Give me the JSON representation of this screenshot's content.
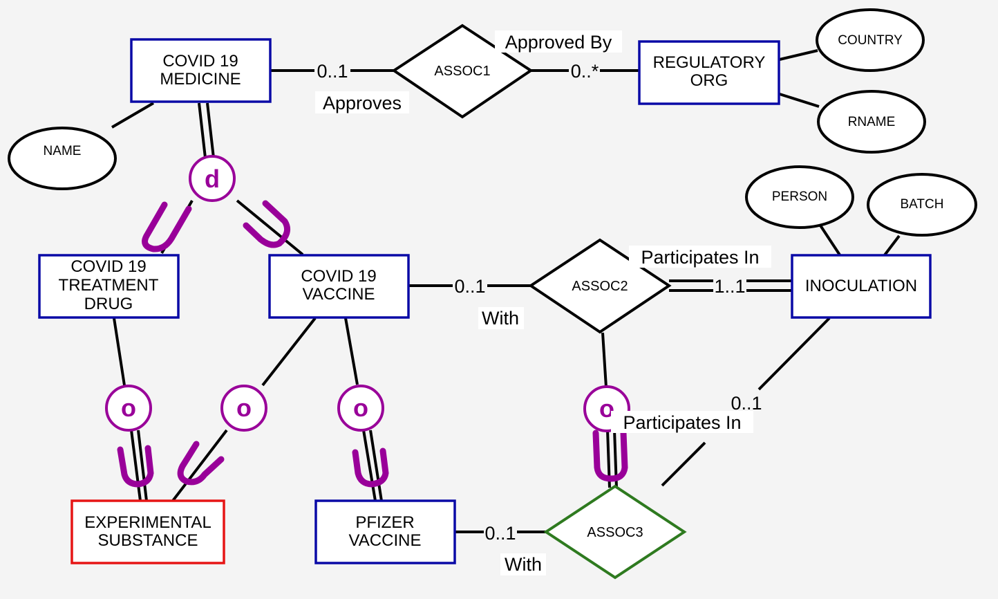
{
  "colors": {
    "entity_border": "#0a0aa6",
    "experimental_border": "#e61515",
    "assoc3_border": "#2e7a1f",
    "specialization_purple": "#990099",
    "background": "#f4f4f4"
  },
  "entities": {
    "medicine": [
      "COVID 19",
      "MEDICINE"
    ],
    "regulatory": [
      "REGULATORY",
      "ORG"
    ],
    "treatment": [
      "COVID 19",
      "TREATMENT",
      "DRUG"
    ],
    "vaccine": [
      "COVID 19",
      "VACCINE"
    ],
    "inoculation": [
      "INOCULATION"
    ],
    "experimental": [
      "EXPERIMENTAL",
      "SUBSTANCE"
    ],
    "pfizer": [
      "PFIZER",
      "VACCINE"
    ]
  },
  "relationships": {
    "assoc1": "ASSOC1",
    "assoc2": "ASSOC2",
    "assoc3": "ASSOC3"
  },
  "attributes": {
    "country": "COUNTRY",
    "rname": "RNAME",
    "name": "NAME",
    "person": "PERSON",
    "batch": "BATCH"
  },
  "specializations": {
    "d": "d",
    "o_treatment": "o",
    "o_vaccine_left": "o",
    "o_vaccine_right": "o",
    "o_assoc": "o"
  },
  "cardinalities": {
    "assoc1_left": "0..1",
    "assoc1_right": "0..*",
    "assoc2_left": "0..1",
    "assoc2_right": "1..1",
    "inoculation_assoc3": "0..1",
    "assoc3_left": "0..1"
  },
  "role_labels": {
    "approved_by": "Approved By",
    "approves": "Approves",
    "participates_in_top": "Participates In",
    "with_top": "With",
    "participates_in_bottom": "Participates In",
    "with_bottom": "With"
  }
}
